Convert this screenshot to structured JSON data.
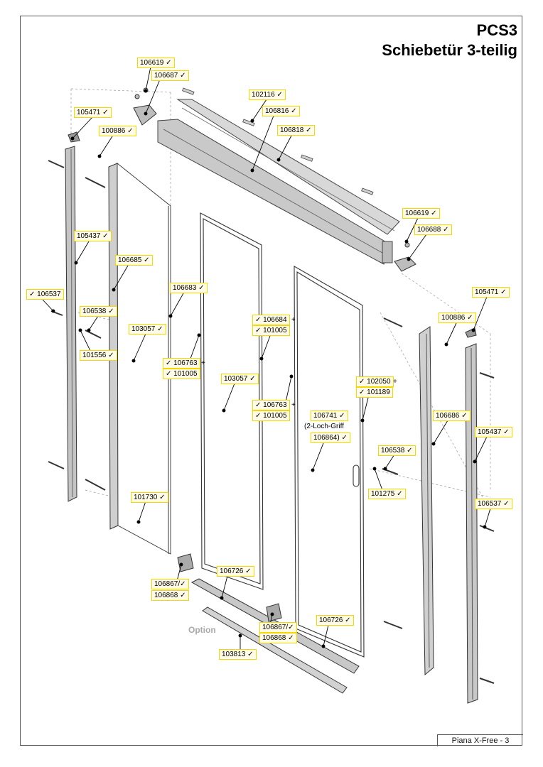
{
  "title": "PCS3",
  "subtitle": "Schiebetür 3-teilig",
  "footer": "Piana X-Free - 3",
  "option_label": "Option",
  "labels": {
    "l_106619a": "106619 ✓",
    "l_106687": "106687 ✓",
    "l_102116": "102116 ✓",
    "l_106816": "106816 ✓",
    "l_105471a": "105471 ✓",
    "l_100886a": "100886 ✓",
    "l_106818": "106818 ✓",
    "l_106619b": "106619 ✓",
    "l_106688": "106688 ✓",
    "l_105437a": "105437 ✓",
    "l_106685": "106685 ✓",
    "l_106683": "106683 ✓",
    "l_106537a": "✓ 106537",
    "l_105471b": "105471 ✓",
    "l_106538a": "106538 ✓",
    "l_106684": "✓ 106684",
    "l_106684_plus": "+",
    "l_100886b": "100886 ✓",
    "l_103057a": "103057 ✓",
    "l_101005a": "✓ 101005",
    "l_101556": "101556 ✓",
    "l_106763a": "✓ 106763",
    "l_106763a_plus": "+",
    "l_101005b": "✓ 101005",
    "l_103057b": "103057 ✓",
    "l_102050": "✓ 102050",
    "l_102050_plus": "+",
    "l_101189": "✓ 101189",
    "l_106763b": "✓ 106763",
    "l_106763b_plus": "+",
    "l_101005c": "✓ 101005",
    "l_106741": "106741 ✓",
    "l_griff": "(2-Loch-Griff",
    "l_106864": "106864) ✓",
    "l_106686": "106686 ✓",
    "l_105437b": "105437 ✓",
    "l_106538b": "106538 ✓",
    "l_101275": "101275 ✓",
    "l_101730": "101730 ✓",
    "l_106537b": "106537 ✓",
    "l_106726a": "106726 ✓",
    "l_106867a": "106867/✓",
    "l_106868a": "106868 ✓",
    "l_106726b": "106726 ✓",
    "l_106867b": "106867/✓",
    "l_106868b": "106868 ✓",
    "l_103813": "103813 ✓"
  }
}
